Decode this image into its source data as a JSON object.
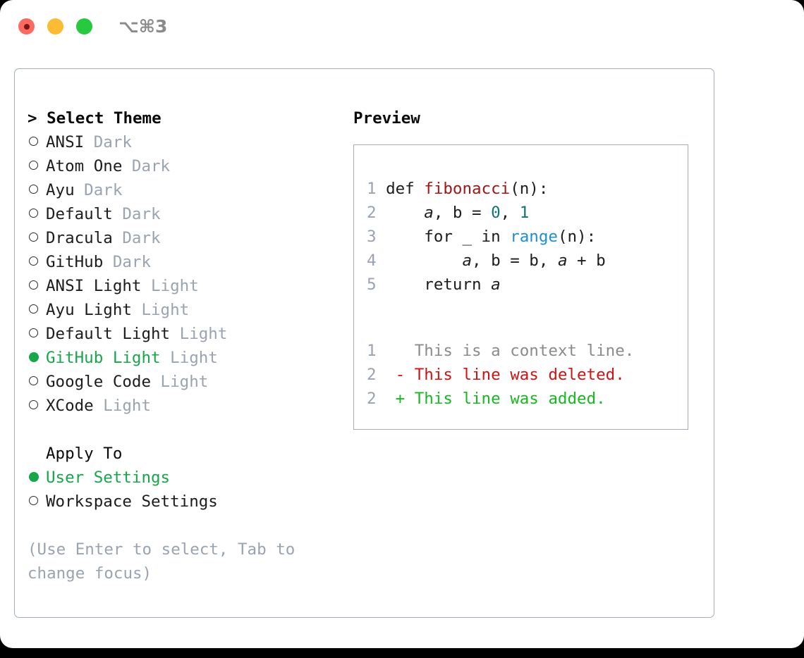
{
  "titlebar": {
    "shortcut": "⌥⌘3",
    "buttons": [
      {
        "name": "close",
        "color": "#fa6a60"
      },
      {
        "name": "minimize",
        "color": "#fcbb34"
      },
      {
        "name": "zoom",
        "color": "#28c840"
      }
    ]
  },
  "theme_picker": {
    "header": "> Select Theme",
    "options": [
      {
        "label": "ANSI",
        "tag": "Dark",
        "selected": false
      },
      {
        "label": "Atom One",
        "tag": "Dark",
        "selected": false
      },
      {
        "label": "Ayu",
        "tag": "Dark",
        "selected": false
      },
      {
        "label": "Default",
        "tag": "Dark",
        "selected": false
      },
      {
        "label": "Dracula",
        "tag": "Dark",
        "selected": false
      },
      {
        "label": "GitHub",
        "tag": "Dark",
        "selected": false
      },
      {
        "label": "ANSI Light",
        "tag": "Light",
        "selected": false
      },
      {
        "label": "Ayu Light",
        "tag": "Light",
        "selected": false
      },
      {
        "label": "Default Light",
        "tag": "Light",
        "selected": false
      },
      {
        "label": "GitHub Light",
        "tag": "Light",
        "selected": true
      },
      {
        "label": "Google Code",
        "tag": "Light",
        "selected": false
      },
      {
        "label": "XCode",
        "tag": "Light",
        "selected": false
      }
    ]
  },
  "apply_to": {
    "header": "Apply To",
    "options": [
      {
        "label": "User Settings",
        "selected": true
      },
      {
        "label": "Workspace Settings",
        "selected": false
      }
    ]
  },
  "hint": "(Use Enter to select, Tab to change focus)",
  "preview": {
    "title": "Preview",
    "code_lines": [
      {
        "num": "1",
        "tokens": [
          {
            "t": "def ",
            "c": "kw"
          },
          {
            "t": "fibonacci",
            "c": "fn"
          },
          {
            "t": "(n):",
            "c": "plain"
          }
        ]
      },
      {
        "num": "2",
        "tokens": [
          {
            "t": "    ",
            "c": "plain"
          },
          {
            "t": "a",
            "c": "ital"
          },
          {
            "t": ", b = ",
            "c": "plain"
          },
          {
            "t": "0",
            "c": "num"
          },
          {
            "t": ", ",
            "c": "plain"
          },
          {
            "t": "1",
            "c": "num"
          }
        ]
      },
      {
        "num": "3",
        "tokens": [
          {
            "t": "    for _ in ",
            "c": "plain"
          },
          {
            "t": "range",
            "c": "builtin"
          },
          {
            "t": "(n):",
            "c": "plain"
          }
        ]
      },
      {
        "num": "4",
        "tokens": [
          {
            "t": "        ",
            "c": "plain"
          },
          {
            "t": "a",
            "c": "ital"
          },
          {
            "t": ", b = b, ",
            "c": "plain"
          },
          {
            "t": "a",
            "c": "ital"
          },
          {
            "t": " + b",
            "c": "plain"
          }
        ]
      },
      {
        "num": "5",
        "tokens": [
          {
            "t": "    return ",
            "c": "plain"
          },
          {
            "t": "a",
            "c": "ital"
          }
        ]
      }
    ],
    "diff_lines": [
      {
        "num": "1",
        "marker": " ",
        "text": " This is a context line.",
        "kind": "ctx"
      },
      {
        "num": "2",
        "marker": "-",
        "text": " This line was deleted.",
        "kind": "del"
      },
      {
        "num": "2",
        "marker": "+",
        "text": " This line was added.",
        "kind": "add"
      }
    ]
  },
  "colors": {
    "accent_green": "#17a64a",
    "muted": "#9aa3b0",
    "border": "#a3adbb",
    "diff_add": "#17b821",
    "diff_del": "#cc1414",
    "fn_red": "#a31515",
    "num_teal": "#0f766e",
    "builtin_blue": "#1f8fd0"
  }
}
